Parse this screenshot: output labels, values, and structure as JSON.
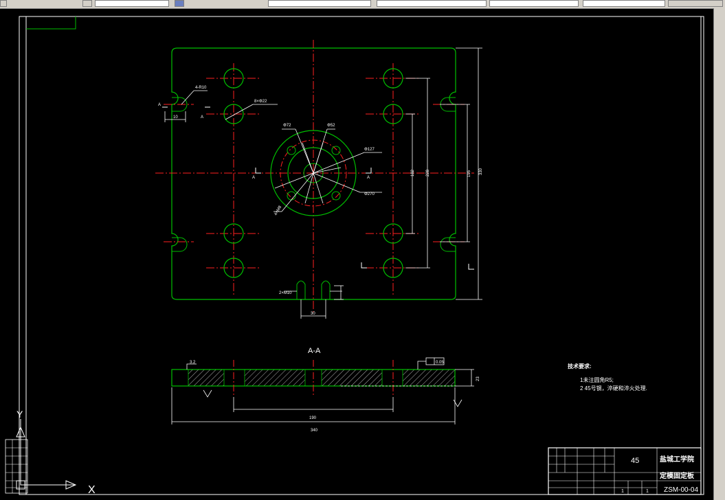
{
  "toolbar": {
    "field1": "",
    "field2": "",
    "field3": "",
    "field4": "",
    "field5": "",
    "field6": ""
  },
  "drawing": {
    "section_title": "A-A",
    "tech_req_title": "技术要求:",
    "tech_req_1": "1未注圆角R5;",
    "tech_req_2": "2 45号钢，淬硬和淬火处理.",
    "dims": {
      "d330": "330",
      "d228": "228",
      "d182": "182",
      "d195": "195",
      "d10": "10",
      "d30": "30",
      "d190": "190",
      "d340": "340",
      "d23": "23",
      "hole1": "4-R10",
      "hole2": "8×Φ22",
      "hole3": "Φ72",
      "hole4": "Φ52",
      "hole5": "Φ127",
      "hole6": "Φ270",
      "hole7": "4×M8",
      "hole8": "2×M10",
      "rough": "3.2",
      "tol": "0.05",
      "secA": "A"
    },
    "title_block": {
      "material": "45",
      "school": "盐城工学院",
      "part_name": "定模固定板",
      "drawing_no": "ZSM-00-04",
      "scale1": "1",
      "scale2": "1"
    },
    "ucs": {
      "x_label": "X",
      "y_label": "Y"
    }
  },
  "colors": {
    "background": "#000000",
    "outline": "#00c000",
    "center": "#ff2020",
    "white": "#ffffff"
  }
}
